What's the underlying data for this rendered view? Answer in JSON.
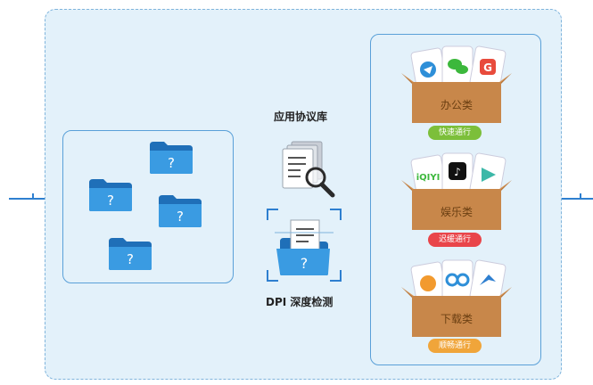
{
  "center": {
    "protocol_library_label": "应用协议库",
    "dpi_label": "DPI 深度检测"
  },
  "categories": [
    {
      "name": "办公类",
      "badge": "快速通行",
      "badge_color": "#7cbf3a",
      "icons": [
        "telegram-icon",
        "wechat-icon",
        "g-app-icon"
      ]
    },
    {
      "name": "娱乐类",
      "badge": "迟缓通行",
      "badge_color": "#e9454a",
      "icons": [
        "iqiyi-icon",
        "tiktok-icon",
        "video-app-icon"
      ]
    },
    {
      "name": "下载类",
      "badge": "顺畅通行",
      "badge_color": "#f0a53a",
      "icons": [
        "orange-app-icon",
        "baidu-netdisk-icon",
        "bird-app-icon"
      ]
    }
  ],
  "colors": {
    "background_panel": "#e3f1fa",
    "border": "#5aa0d8",
    "folder": "#2f8fd8",
    "box": "#c8874a"
  }
}
